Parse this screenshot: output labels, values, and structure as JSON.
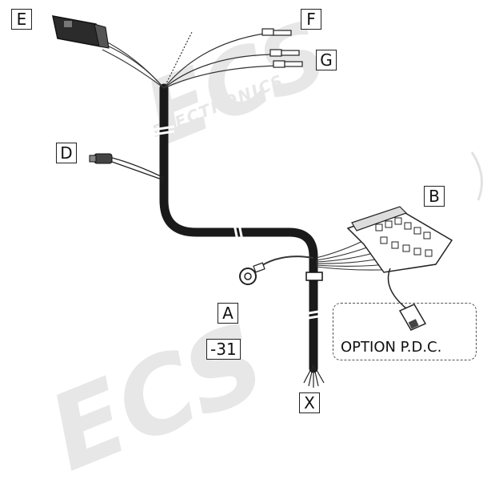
{
  "labels": {
    "e": "E",
    "f": "F",
    "g": "G",
    "d": "D",
    "b": "B",
    "a": "A",
    "minus31": "-31",
    "x": "X"
  },
  "option_text": "OPTION P.D.C.",
  "watermark": {
    "logo": "ECS",
    "subtitle": "ELECTRONICS"
  },
  "colors": {
    "cable": "#1a1a1a",
    "wire": "#333333",
    "outline": "#222222",
    "watermark": "#e7e7e7"
  }
}
